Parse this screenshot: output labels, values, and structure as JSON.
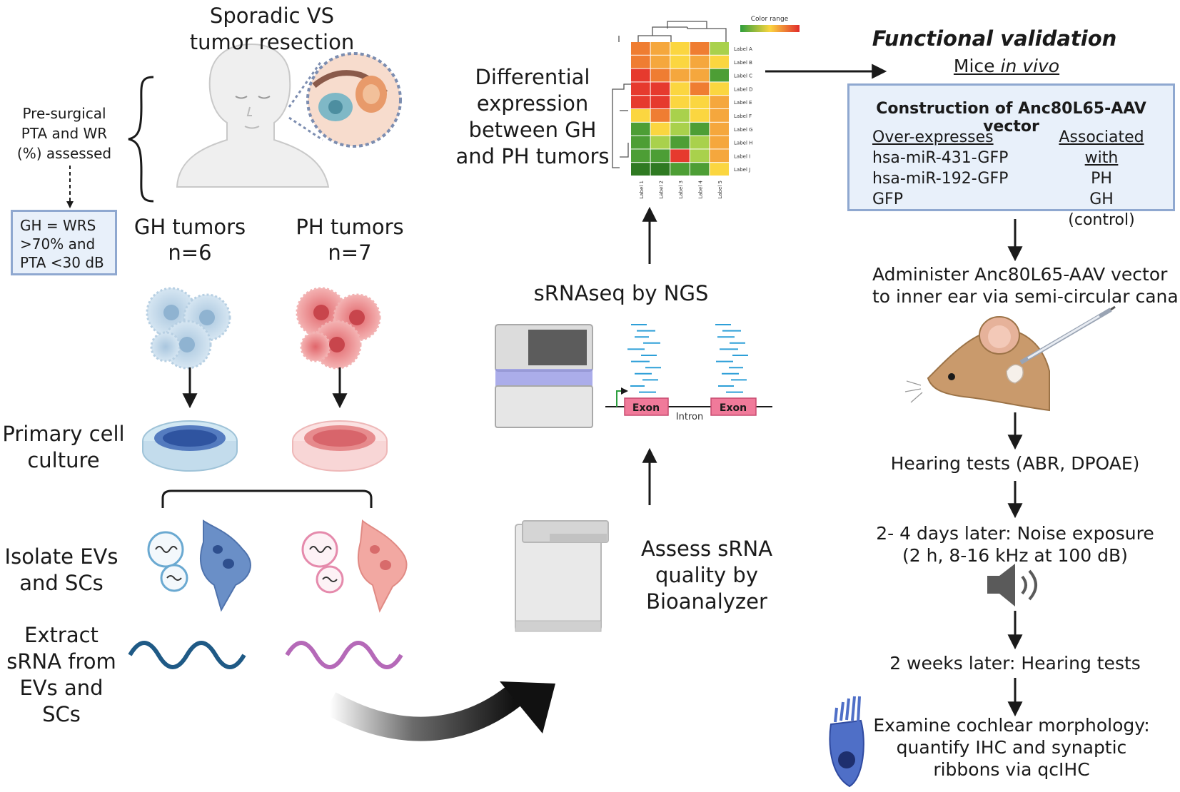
{
  "left": {
    "title_l1": "Sporadic VS",
    "title_l2": "tumor resection",
    "presurgical_l1": "Pre-surgical",
    "presurgical_l2": "PTA and WR",
    "presurgical_l3": "(%) assessed",
    "criteria_l1": "GH = WRS",
    "criteria_l2": ">70% and",
    "criteria_l3": "PTA <30 dB",
    "gh_label": "GH tumors",
    "gh_n": "n=6",
    "ph_label": "PH tumors",
    "ph_n": "n=7",
    "culture_l1": "Primary cell",
    "culture_l2": "culture",
    "isolate_l1": "Isolate EVs",
    "isolate_l2": "and SCs",
    "extract_l1": "Extract",
    "extract_l2": "sRNA from",
    "extract_l3": "EVs and",
    "extract_l4": "SCs"
  },
  "middle": {
    "diff_l1": "Differential",
    "diff_l2": "expression",
    "diff_l3": "between GH",
    "diff_l4": "and PH tumors",
    "heatmap_legend": "Color range",
    "row_labels": [
      "Label A",
      "Label B",
      "Label C",
      "Label D",
      "Label E",
      "Label F",
      "Label G",
      "Label H",
      "Label I",
      "Label J"
    ],
    "col_labels": [
      "Label 1",
      "Label 2",
      "Label 3",
      "Label 4",
      "Label 5"
    ],
    "heatmap_colors": [
      [
        "#ef7d32",
        "#f5a73d",
        "#fbd640",
        "#ef7d32",
        "#a9d14c"
      ],
      [
        "#ef7d32",
        "#f5a73d",
        "#fbd640",
        "#f5a73d",
        "#fbd640"
      ],
      [
        "#e63a2e",
        "#ef7d32",
        "#f5a73d",
        "#f5a73d",
        "#4d9e35"
      ],
      [
        "#e63a2e",
        "#e63a2e",
        "#fbd640",
        "#ef7d32",
        "#fbd640"
      ],
      [
        "#e63a2e",
        "#e63a2e",
        "#fbd640",
        "#fbd640",
        "#f5a73d"
      ],
      [
        "#fbd640",
        "#ef7d32",
        "#a9d14c",
        "#fbd640",
        "#f5a73d"
      ],
      [
        "#4d9e35",
        "#fbd640",
        "#a9d14c",
        "#4d9e35",
        "#f5a73d"
      ],
      [
        "#4d9e35",
        "#a9d14c",
        "#4d9e35",
        "#a9d14c",
        "#f5a73d"
      ],
      [
        "#4d9e35",
        "#4d9e35",
        "#e63a2e",
        "#a9d14c",
        "#f5a73d"
      ],
      [
        "#2f7a22",
        "#2f7a22",
        "#4d9e35",
        "#4d9e35",
        "#fbd640"
      ]
    ],
    "srnaseq": "sRNAseq by NGS",
    "exon1": "Exon",
    "exon2": "Exon",
    "intron": "Intron",
    "assess_l1": "Assess sRNA",
    "assess_l2": "quality by",
    "assess_l3": "Bioanalyzer"
  },
  "right": {
    "title": "Functional validation",
    "subtitle_plain": "Mice ",
    "subtitle_italic": "in vivo",
    "box_title": "Construction of Anc80L65-AAV vector",
    "col1_header": "Over-expresses",
    "col2_header": "Associated with",
    "col1_rows": [
      "hsa-miR-431-GFP",
      "hsa-miR-192-GFP",
      "GFP"
    ],
    "col2_rows": [
      "PH",
      "GH",
      "(control)"
    ],
    "administer_l1": "Administer Anc80L65-AAV vector",
    "administer_l2": "to inner ear via semi-circular canal",
    "hearing": "Hearing tests (ABR, DPOAE)",
    "noise_l1": "2- 4 days later: Noise exposure",
    "noise_l2": "(2 h, 8-16 kHz at 100 dB)",
    "two_weeks": "2 weeks later: Hearing tests",
    "examine_l1": "Examine cochlear morphology:",
    "examine_l2": "quantify IHC and synaptic",
    "examine_l3": "ribbons via qcIHC"
  },
  "colors": {
    "gh_blue": "#4f7fc4",
    "ph_red": "#e8736f",
    "box_fill": "#e8f0fa",
    "box_border": "#8fa8d0",
    "exon_pink": "#f07a9a",
    "read_blue": "#2d9fd8"
  }
}
